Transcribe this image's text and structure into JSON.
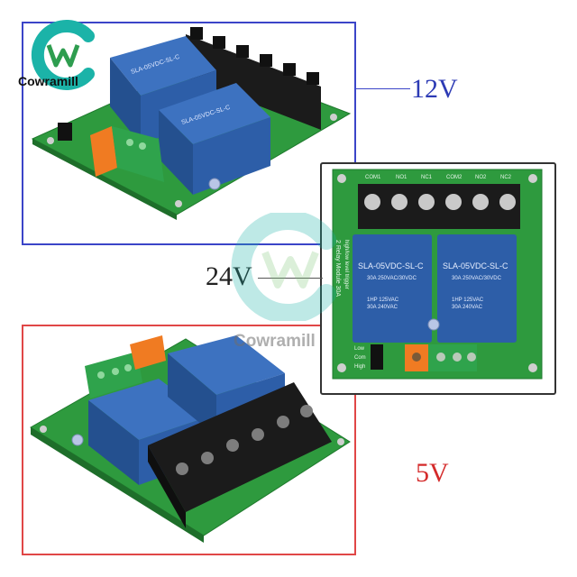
{
  "brand": {
    "name": "Cowramill",
    "logo_letter": "W",
    "teal": "#1bb3a8",
    "green": "#2e9d4f"
  },
  "labels": {
    "top": "12V",
    "middle": "24V",
    "bottom": "5V"
  },
  "colors": {
    "frame_top": "#3b45c8",
    "frame_bottom": "#e04646",
    "pcb": "#2e9a3e",
    "relay": "#2d5ea8",
    "terminal_black": "#1b1b1b",
    "terminal_green": "#2fa34c",
    "terminal_orange": "#f07b22"
  },
  "relay_text": {
    "model": "SLA-05VDC-SL-C",
    "rating_1": "30A 250VAC/30VDC",
    "rating_2": "1HP 125VAC",
    "rating_3": "30A 240VAC"
  },
  "board_text": {
    "module": "2 Relay Module 30A",
    "trigger": "high/low level trigger",
    "terminals": [
      "COM1",
      "NO1",
      "NC1",
      "COM2",
      "NO2",
      "NC2"
    ],
    "jumper": [
      "Low",
      "Com",
      "High"
    ]
  }
}
